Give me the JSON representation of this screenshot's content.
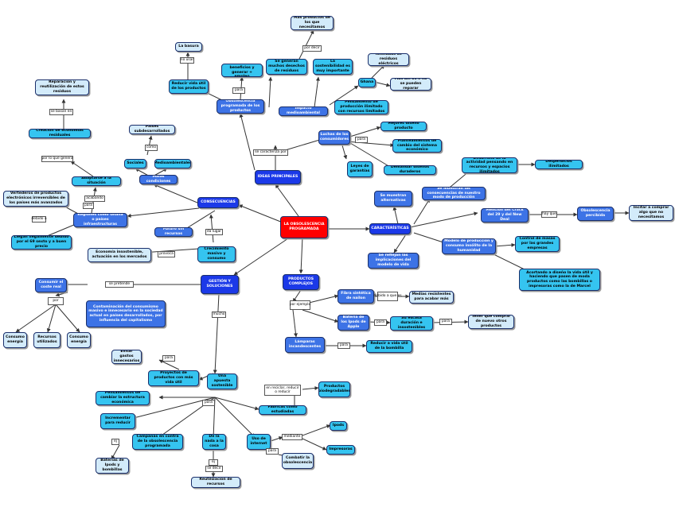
{
  "center": "LA OBSOLESCENCIA PROGRAMADA",
  "nodes": {
    "ideas": "IDEAS PRINCIPALES",
    "consecuencias": "CONSECUENCIAS",
    "caracteristicas": "CARACTERÍSTICAS",
    "gestion": "GESTIÓN Y SOLUCIONES",
    "productos": "PRODUCTOS COMPLEJOS",
    "obs_programada": "Obsolescencia programada de los productos",
    "ganar": "Ganar + beneficios y generar + empleo",
    "reducir_vida": "Reducir vida útil de los productos",
    "basura": "La basura",
    "impacto": "Impacto medioambiental",
    "mas_productos": "Más productos de los que necesitamos",
    "generan_residuos": "Se generan muchos desechos de residuos",
    "sostenibilidad": "La sostenibilidad es muy importante",
    "ghana": "Ghana",
    "toneladas": "Toneladas de residuos eléctricos",
    "mas_80": "Más del 80% no se pueden reparar",
    "pensamiento": "Pensamiento de producción ilimitado con recursos limitados",
    "lucha": "Luchas de los consumidores",
    "mejores_diseno": "Mejores diseño producto",
    "planteamientos": "Planteamientos de cambio del sistema económico",
    "demandar": "Demandar diseños duraderos",
    "leyes": "Leyes de garantías",
    "paises_sub": "Países subdesarrollados",
    "sociales": "Sociales",
    "medioambientales": "Medioambientales",
    "malas": "Malas condiciones",
    "reparacion": "Reparación y reutilización de estos residuos",
    "creacion": "Creación de economías residuales",
    "adaptarse": "Adaptarse a la situación",
    "ventadores": "Vertederos de productos electrónicos irreversibles de los países más avanzados",
    "regiones": "Regiones como Ghana o países infraestructuras",
    "llegan": "Llegan ilegalmente debido por el 69 sexto y a buen precio",
    "futuro": "Futuro sin recursos",
    "crecimiento": "Crecimiento masivo y consumo",
    "economia": "Economía insostenible, actuación en los mercados",
    "muestran": "Se muestran alternativas",
    "muestran_consec": "Se muestran las consecuencias de nuestro modo de producción",
    "desarrollo": "Desarrollo de la actividad pensando en recursos y espacios ilimitados",
    "desperdicios": "Desperdicios ilimitados",
    "mencion": "Mención del Crack del 29 y del New Deal",
    "obs_percibida": "Obsolescencia percibida",
    "incitar": "Incitar a comprar algo que no necesitamos",
    "modelo": "Modelo de producción y consumo insólito de la humanidad",
    "control": "Control de masas por las grandes empresas",
    "reflejan": "Se reflejan las implicaciones del modelo de vida",
    "acortando": "Acortando a diseño la vida útil y haciendo que pasen de moda productos como las bombillas o impresoras como la de Marcel",
    "consumir": "Consumir el coste real",
    "contaminacion": "Contaminación del consumismo masivo e innecesario en la sociedad actual en países desarrollados, por influencia del capitalismo",
    "consumo_energia": "Consumo energía",
    "recursos_utilizados": "Recursos utilizados",
    "consumo": "Consumo energía",
    "fibra": "Fibra sintética de nailon",
    "medias": "Medias resistentes para acabar más",
    "bateria": "Batería de los Ipods de Apple",
    "su_escasa": "Su escasa duración e insostenibles",
    "tener_que": "Tener que comprar de nuevo otros productos",
    "lamparas": "Lámparas incandescentes",
    "reducir_1000": "Reducir a vida útil de la bombilla",
    "evitar": "Evitar gastos innecesarios",
    "proyectos": "Proyectos de productos con más vida útil",
    "una_apuesta": "Una apuesta sostenible",
    "pensamientos": "Pensamientos de cambiar la estructura económica",
    "incrementar": "Incrementar para reducir",
    "fabricas": "Fábricas como estudiadas",
    "productos_biodeg": "Productos biodegradables",
    "campanas": "Campañas en contra de la obsolescencia programada",
    "baterias_ipods": "Baterías de Ipods y bombillas",
    "de_la_nada": "De la nada a la cosa",
    "uso_internet": "Uso de internet",
    "combatir": "Combatir la obsolescencia",
    "ipods": "Ipods",
    "impresoras": "Impresoras",
    "reutilizacion": "Reutilización de recursos"
  },
  "labels": {
    "no_usar": "no usar",
    "para": "para",
    "por_decir": "por decir",
    "se_caracteriza": "se caracteriza por",
    "se_basan_en": "se basan en",
    "por_lo_que": "por lo que genera",
    "acabando": "acabando",
    "como": "como",
    "debido_a": "debido a",
    "provoca": "provoca",
    "da_lugar": "da lugar",
    "para_2": "para",
    "hay_que": "hay que",
    "por_ejemplo": "por ejemplo",
    "se_pretende": "se pretende",
    "por": "por",
    "debido_a_que": "debido a que es",
    "para_3": "para",
    "para_4": "para",
    "para_5": "para",
    "mucho": "mucho",
    "para_6": "para",
    "en_reciclar": "en reciclar, reducir o reducir",
    "ej": "ej",
    "ej_2": "ej",
    "mediante": "mediante",
    "para_7": "para",
    "para_8": "para",
    "se_decir": "se decir",
    "para_9": "para"
  }
}
